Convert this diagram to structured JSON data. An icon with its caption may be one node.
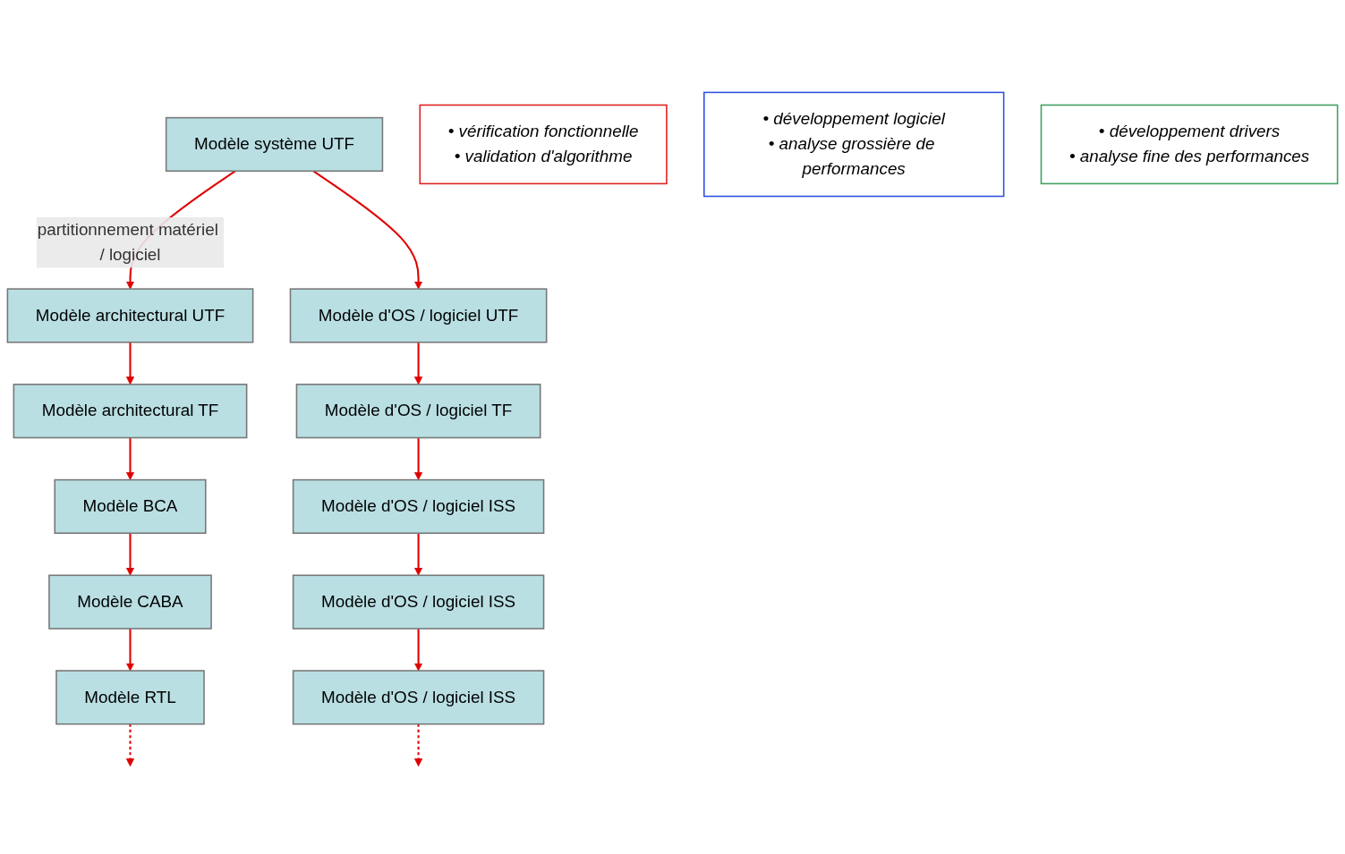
{
  "diagram": {
    "nodes": [
      {
        "text": [
          "Modèle système UTF"
        ]
      },
      {
        "text": [
          "Modèle architectural UTF"
        ]
      },
      {
        "text": [
          "Modèle d'OS / logiciel UTF"
        ]
      },
      {
        "text": [
          "Modèle architectural TF"
        ]
      },
      {
        "text": [
          "Modèle d'OS / logiciel TF"
        ]
      },
      {
        "text": [
          "Modèle BCA"
        ]
      },
      {
        "text": [
          "Modèle d'OS / logiciel ISS"
        ]
      },
      {
        "text": [
          "Modèle CABA"
        ]
      },
      {
        "text": [
          "Modèle d'OS / logiciel ISS"
        ]
      },
      {
        "text": [
          "Modèle RTL"
        ]
      },
      {
        "text": [
          "Modèle d'OS / logiciel ISS"
        ]
      },
      {
        "text": [
          "• vérification fonctionnelle",
          "• validation d'algorithme"
        ]
      },
      {
        "text": [
          "• développement logiciel",
          "• analyse grossière de performances"
        ]
      },
      {
        "text": [
          "• développement drivers",
          "• analyse fine des performances"
        ]
      }
    ],
    "edges": [
      {
        "from": 0,
        "to": 1,
        "arrow": "to",
        "label": "partitionnement matériel / logiciel"
      },
      {
        "from": 0,
        "to": 2,
        "arrow": "to"
      },
      {
        "from": 1,
        "to": 3,
        "arrow": "to"
      },
      {
        "from": 3,
        "to": 5,
        "arrow": "to"
      },
      {
        "from": 5,
        "to": 7,
        "arrow": "to"
      },
      {
        "from": 7,
        "to": 9,
        "arrow": "to"
      },
      {
        "from": 2,
        "to": 4,
        "arrow": "to"
      },
      {
        "from": 4,
        "to": 6,
        "arrow": "to"
      },
      {
        "from": 6,
        "to": 8,
        "arrow": "to"
      },
      {
        "from": 8,
        "to": 10,
        "arrow": "to"
      },
      {
        "from": 9,
        "to": null,
        "arrow": "to",
        "style": "dashed"
      },
      {
        "from": 10,
        "to": null,
        "arrow": "to",
        "style": "dashed"
      }
    ]
  }
}
